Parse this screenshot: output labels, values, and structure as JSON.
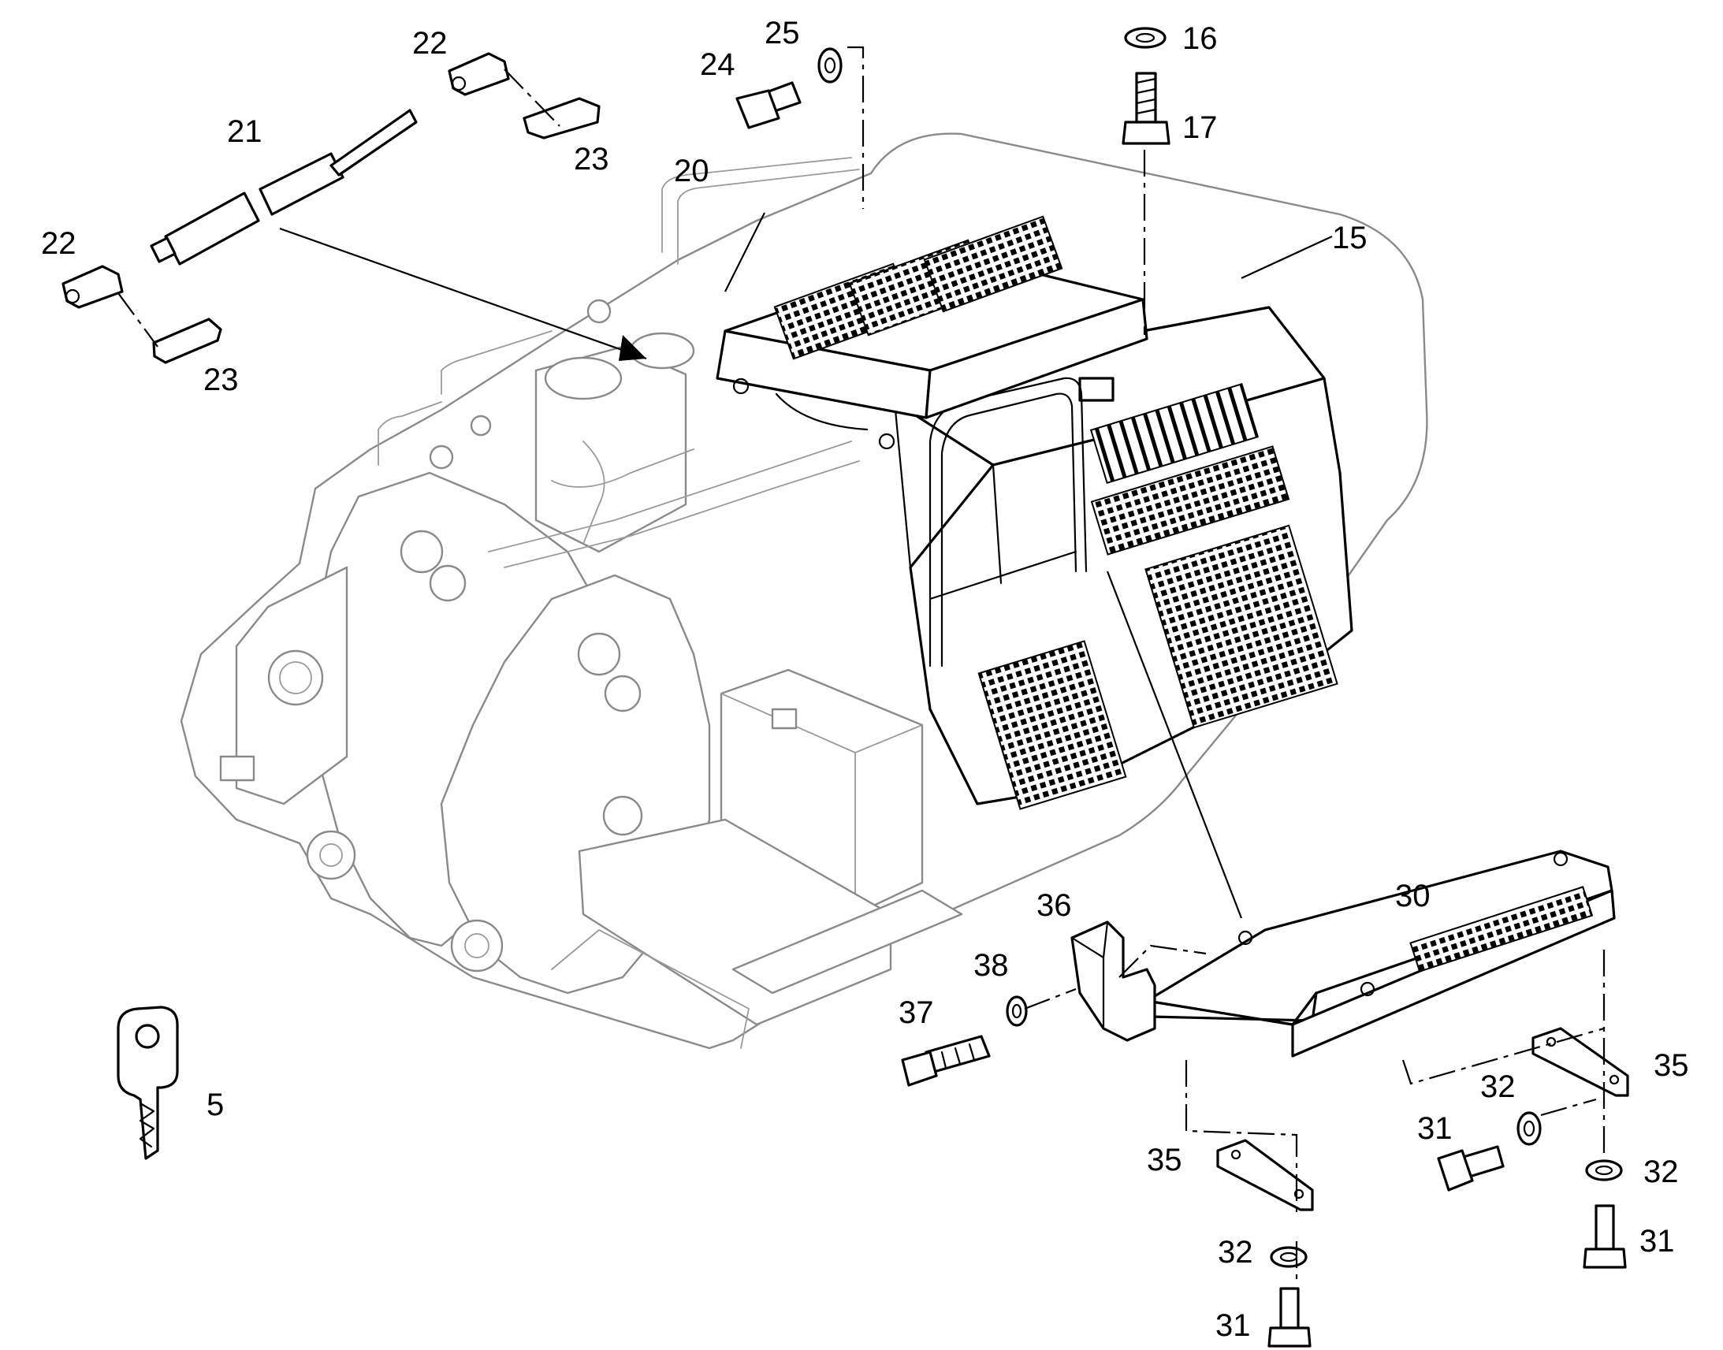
{
  "callouts": [
    {
      "id": "callout-5",
      "text": "5"
    },
    {
      "id": "callout-15",
      "text": "15"
    },
    {
      "id": "callout-16",
      "text": "16"
    },
    {
      "id": "callout-17",
      "text": "17"
    },
    {
      "id": "callout-20",
      "text": "20"
    },
    {
      "id": "callout-21",
      "text": "21"
    },
    {
      "id": "callout-22-top",
      "text": "22"
    },
    {
      "id": "callout-22-left",
      "text": "22"
    },
    {
      "id": "callout-23-top",
      "text": "23"
    },
    {
      "id": "callout-23-left",
      "text": "23"
    },
    {
      "id": "callout-24",
      "text": "24"
    },
    {
      "id": "callout-25",
      "text": "25"
    },
    {
      "id": "callout-30",
      "text": "30"
    },
    {
      "id": "callout-31-center",
      "text": "31"
    },
    {
      "id": "callout-31-bottom",
      "text": "31"
    },
    {
      "id": "callout-31-right",
      "text": "31"
    },
    {
      "id": "callout-32-center",
      "text": "32"
    },
    {
      "id": "callout-32-left",
      "text": "32"
    },
    {
      "id": "callout-32-right",
      "text": "32"
    },
    {
      "id": "callout-35-left",
      "text": "35"
    },
    {
      "id": "callout-35-right",
      "text": "35"
    },
    {
      "id": "callout-36",
      "text": "36"
    },
    {
      "id": "callout-37",
      "text": "37"
    },
    {
      "id": "callout-38",
      "text": "38"
    }
  ]
}
